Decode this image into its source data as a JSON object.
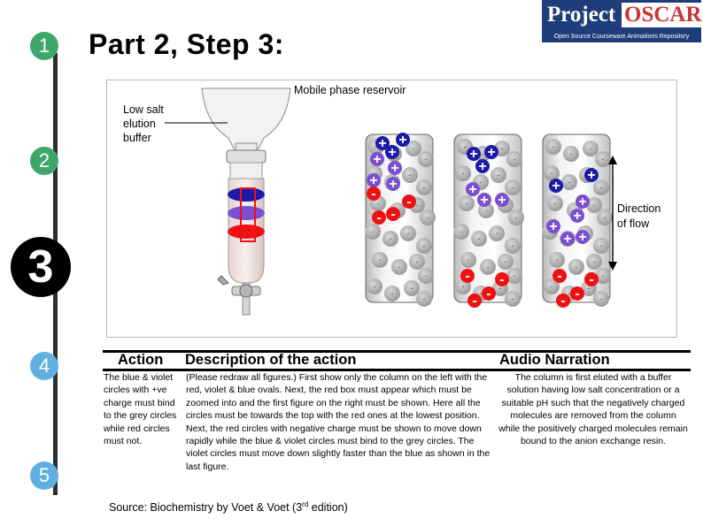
{
  "title": "Part 2, Step 3:",
  "logo": {
    "word1": "Project",
    "word2": "OSCAR",
    "tagline": "Open Source Courseware Animations Repository"
  },
  "steps": [
    "1",
    "2",
    "3",
    "4",
    "5"
  ],
  "diagram": {
    "reservoir_label": "Mobile phase reservoir",
    "buffer_label": [
      "Low salt",
      "elution",
      "buffer"
    ],
    "flow_label": [
      "Direction",
      "of flow"
    ],
    "positive_sign": "+",
    "negative_sign": "-"
  },
  "table": {
    "headers": {
      "action": "Action",
      "description": "Description of the action",
      "audio": "Audio Narration"
    },
    "action_text": "The blue & violet circles with +ve charge must bind to the grey circles while red circles must not.",
    "description_text": "(Please redraw all figures.) First show only the column on the left with the red, violet & blue ovals. Next, the red box must appear which must be zoomed into and the first figure on the right must be shown. Here all the circles must be towards the top with the red ones at the lowest position. Next, the red circles with negative charge must be shown to move down rapidly while the blue & violet circles must bind to the grey circles. The violet circles must move down slightly faster than the blue as shown in the last figure.",
    "audio_text": "The column is first eluted with a buffer solution having low salt concentration or a suitable pH such that the negatively charged molecules are removed from the column while the positively charged molecules remain bound to the anion exchange resin."
  },
  "source": {
    "prefix": "Source: Biochemistry by Voet & Voet (3",
    "sup": "rd",
    "suffix": " edition)"
  }
}
